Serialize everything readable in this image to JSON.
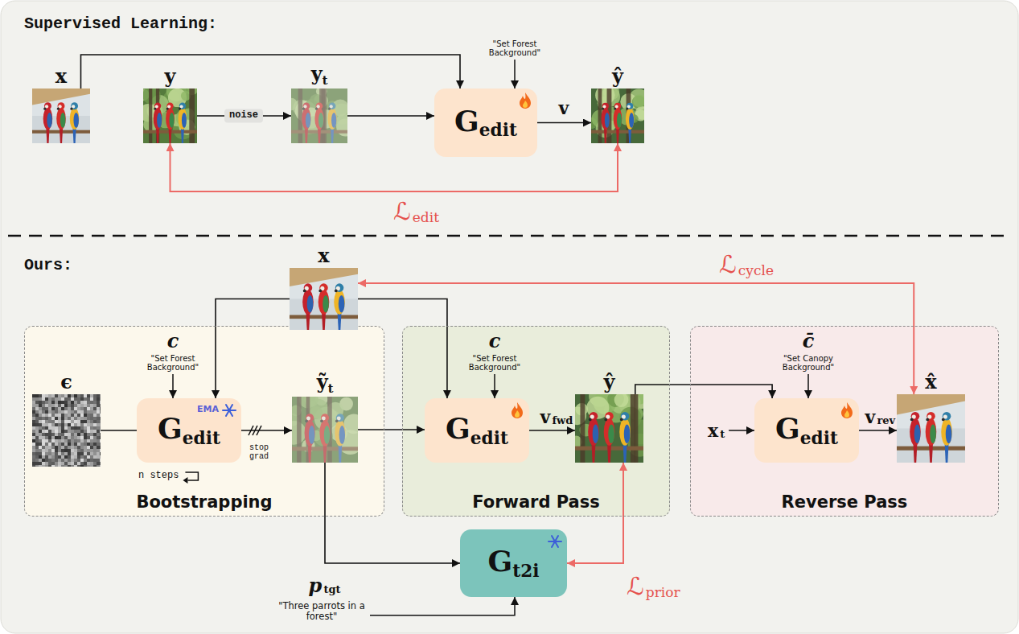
{
  "diagram": {
    "nodes": [
      {
        "text": [
          "x"
        ]
      },
      {
        "text": [
          "y"
        ]
      },
      {
        "text": [
          "y",
          "t"
        ]
      },
      {
        "text": [
          "G",
          "edit"
        ]
      },
      {
        "text": [
          "ŷ"
        ]
      },
      {
        "text": [
          "Bootstrapping"
        ]
      },
      {
        "text": [
          "Forward Pass"
        ]
      },
      {
        "text": [
          "Reverse Pass"
        ]
      },
      {
        "text": [
          "x"
        ]
      },
      {
        "text": [
          "ϵ"
        ],
        "in": 5
      },
      {
        "text": [
          "G",
          "edit",
          "EMA"
        ],
        "in": 5
      },
      {
        "text": [
          "ỹ",
          "t"
        ],
        "in": 5
      },
      {
        "text": [
          "G",
          "edit"
        ],
        "in": 6
      },
      {
        "text": [
          "ŷ"
        ],
        "in": 6
      },
      {
        "text": [
          "G",
          "edit"
        ],
        "in": 7
      },
      {
        "text": [
          "x̂"
        ],
        "in": 7
      },
      {
        "text": [
          "G",
          "t2i"
        ]
      }
    ],
    "edges": [
      {
        "from": 0,
        "to": 3,
        "arrow": "to"
      },
      {
        "from": 1,
        "to": 2,
        "label": "noise",
        "arrow": "to"
      },
      {
        "from": 2,
        "to": 3,
        "arrow": "to"
      },
      {
        "from": 3,
        "to": 4,
        "label": "v",
        "arrow": "to"
      },
      {
        "from": 1,
        "to": 4,
        "label": "ℒ",
        "arrow": "both"
      },
      {
        "from": 8,
        "to": 10,
        "arrow": "to"
      },
      {
        "from": 9,
        "to": 10,
        "arrow": "none"
      },
      {
        "from": 10,
        "to": 11,
        "label": "stop grad",
        "arrow": "to"
      },
      {
        "from": 8,
        "to": 12,
        "arrow": "to"
      },
      {
        "from": 11,
        "to": 12,
        "arrow": "to"
      },
      {
        "from": 12,
        "to": 13,
        "label": "v",
        "arrow": "to"
      },
      {
        "from": 13,
        "to": 14,
        "arrow": "to"
      },
      {
        "from": 14,
        "to": 15,
        "label": "v",
        "arrow": "to"
      },
      {
        "from": 15,
        "to": 8,
        "label": "ℒ",
        "arrow": "both"
      },
      {
        "from": 11,
        "to": 16,
        "arrow": "to"
      },
      {
        "from": 16,
        "to": 13,
        "label": "ℒ",
        "arrow": "both"
      }
    ],
    "labels": [
      "Supervised Learning:",
      "\"Set Forest Background\"",
      "edit",
      "Ours:",
      "c",
      "\"Set Forest Background\"",
      "n steps",
      "c",
      "\"Set Forest Background\"",
      "fwd",
      "c̄",
      "\"Set Canopy Background\"",
      "x",
      "t",
      "rev",
      "cycle",
      "prior",
      "p",
      "tgt",
      "\"Three parrots in a forest\""
    ]
  }
}
